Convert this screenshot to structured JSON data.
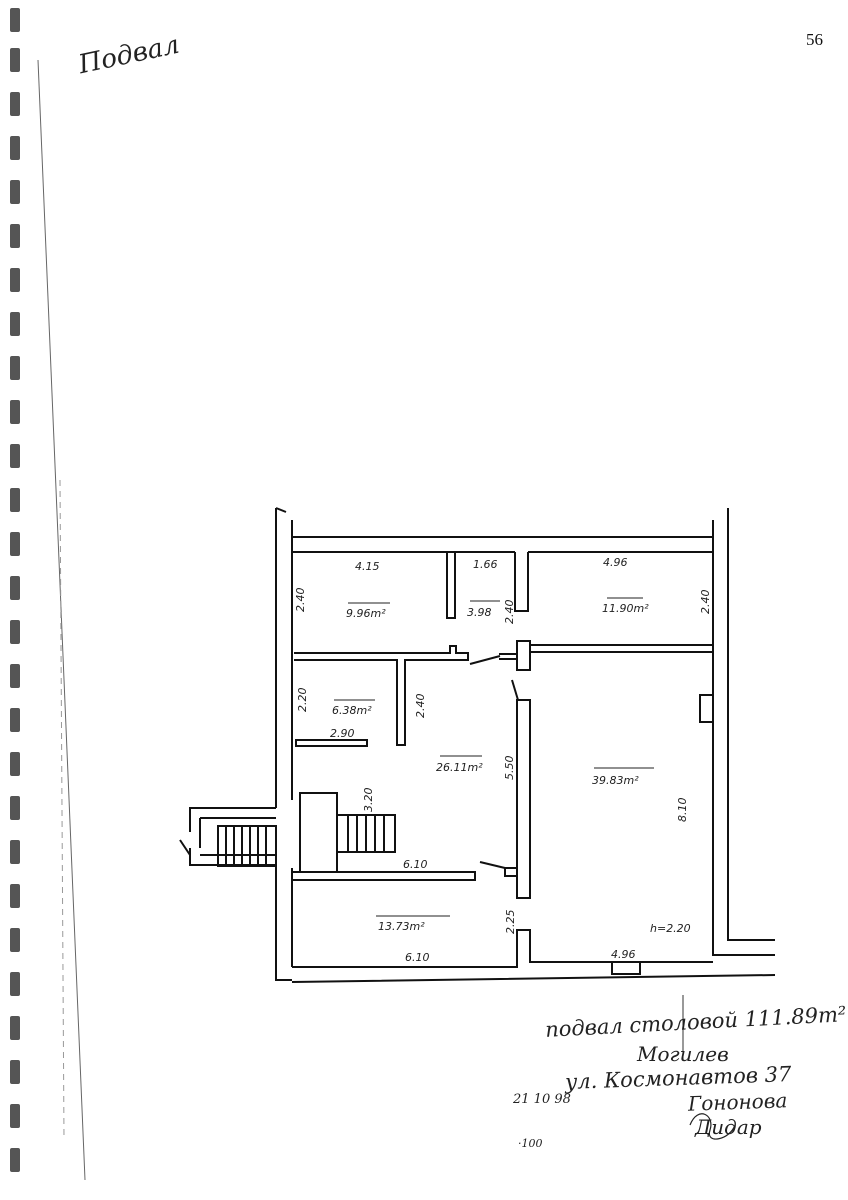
{
  "page_number": "56",
  "handwritten_header": "Подвал",
  "plan": {
    "rooms": [
      {
        "width_label": "4.15",
        "height_label": "2.40",
        "area": "9.96m²"
      },
      {
        "width_label": "1.66",
        "height_label": "2.40",
        "area": "3.98"
      },
      {
        "width_label": "4.96",
        "height_label": "2.40",
        "area": "11.90m²"
      },
      {
        "width_label": "2.90",
        "height_label": "2.20",
        "area": "6.38m²"
      },
      {
        "width_label": "6.10",
        "height_label": "2.40",
        "area": "26.11m²",
        "extra_dims": [
          "5.50",
          "3.20"
        ]
      },
      {
        "width_label": "4.96",
        "height_label": "8.10",
        "area": "39.83m²",
        "ceiling": "h=2.20"
      },
      {
        "width_label": "6.10",
        "height_label": "2.25",
        "area": "13.73m²"
      }
    ]
  },
  "caption": {
    "title": "подвал столовой  111.89m²",
    "city": "Могилев",
    "address": "ул. Космонавтов 37",
    "date": "21 10 98",
    "author": "Гононова",
    "signature_note": "Дидар",
    "scale": "·100"
  }
}
